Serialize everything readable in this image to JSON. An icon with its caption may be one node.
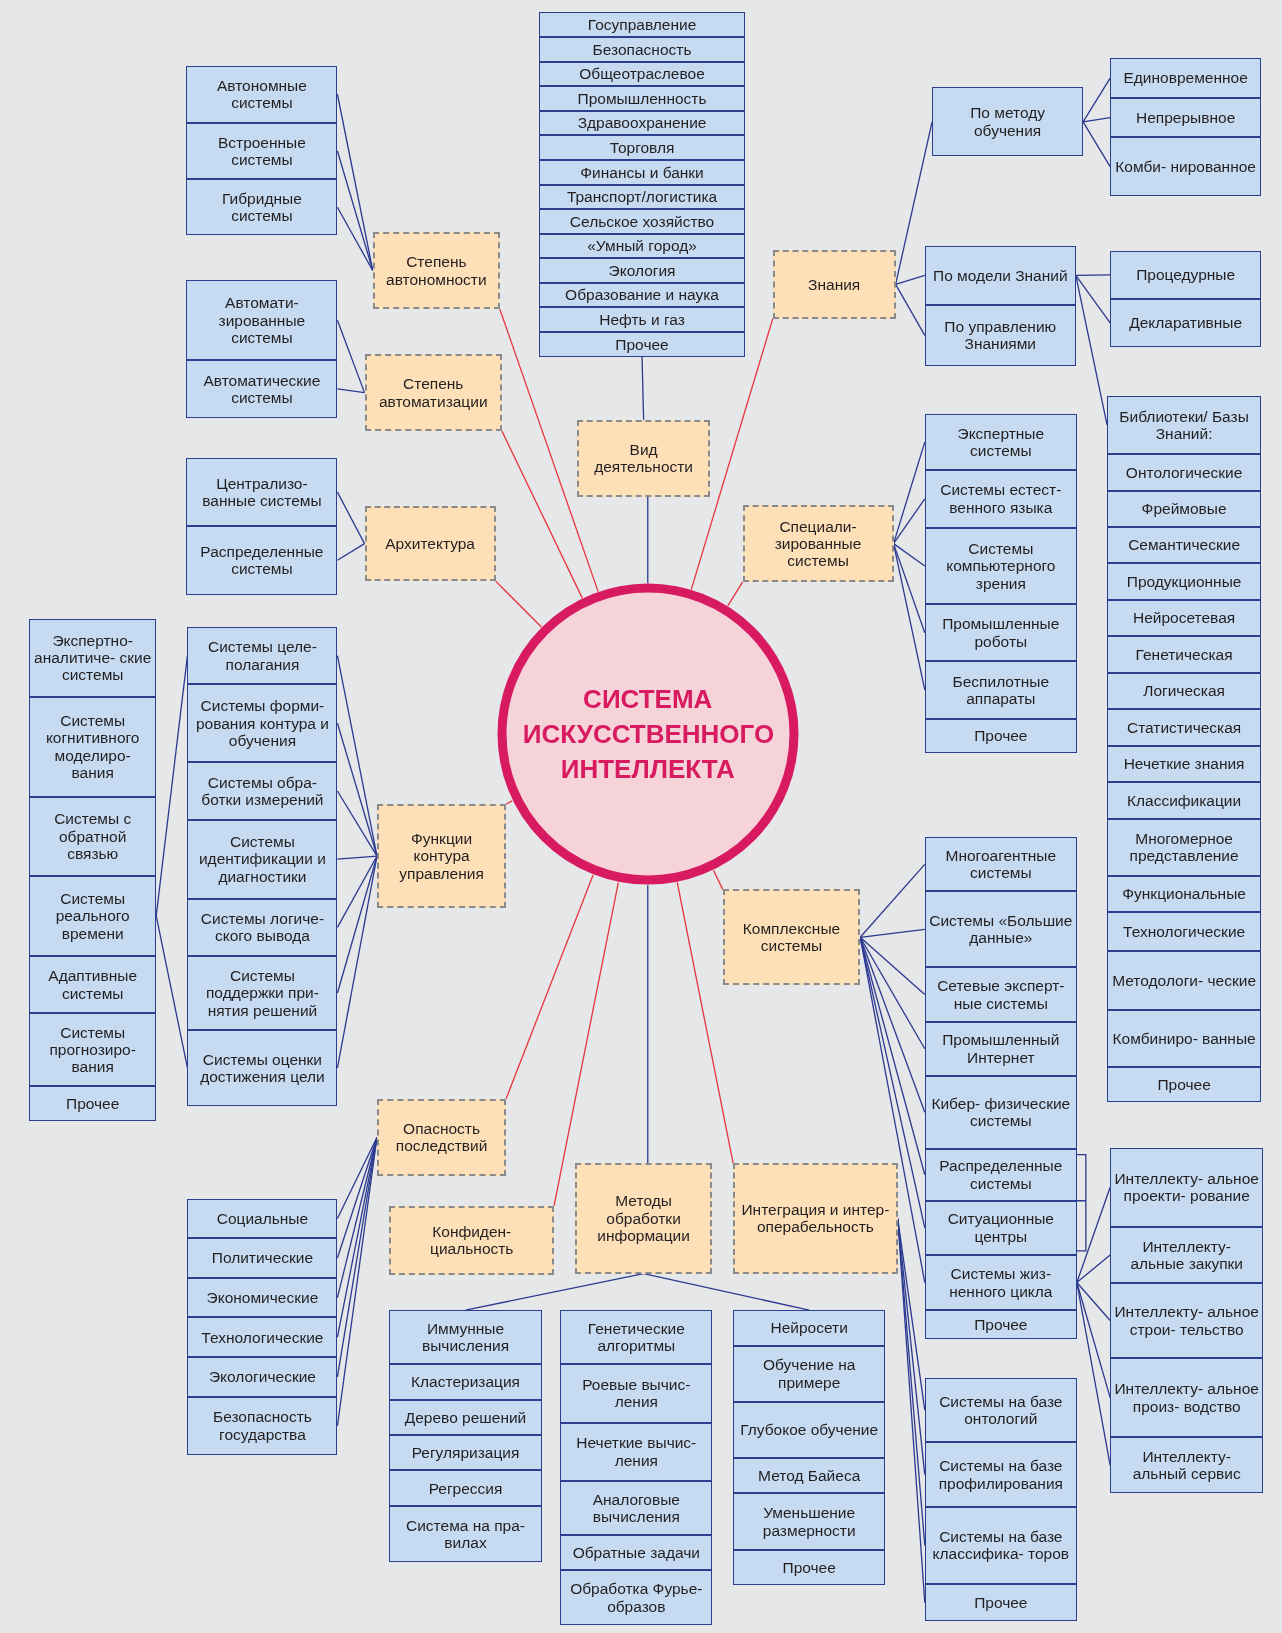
{
  "diagram": {
    "nodes": [
      {
        "text": [
          "СИСТЕМА ИСКУССТВЕННОГО ИНТЕЛЛЕКТА"
        ]
      },
      {
        "text": [
          "Степень автономности"
        ]
      },
      {
        "text": [
          "Автономные системы"
        ]
      },
      {
        "text": [
          "Встроенные системы"
        ]
      },
      {
        "text": [
          "Гибридные системы"
        ]
      },
      {
        "text": [
          "Степень автоматизации"
        ]
      },
      {
        "text": [
          "Автомати- зированные системы"
        ]
      },
      {
        "text": [
          "Автоматические системы"
        ]
      },
      {
        "text": [
          "Архитектура"
        ]
      },
      {
        "text": [
          "Централизо- ванные системы"
        ]
      },
      {
        "text": [
          "Распределенные системы"
        ]
      },
      {
        "text": [
          "Функции контура управления"
        ]
      },
      {
        "text": [
          "Системы целе- полагания"
        ]
      },
      {
        "text": [
          "Системы форми- рования контура и обучения"
        ]
      },
      {
        "text": [
          "Системы обра- ботки измерений"
        ]
      },
      {
        "text": [
          "Системы идентификации и диагностики"
        ]
      },
      {
        "text": [
          "Системы логиче- ского вывода"
        ]
      },
      {
        "text": [
          "Системы поддержки при- нятия решений"
        ]
      },
      {
        "text": [
          "Системы оценки достижения цели"
        ]
      },
      {
        "text": [
          "Экспертно- аналитиче- ские системы"
        ]
      },
      {
        "text": [
          "Системы когнитивного моделиро- вания"
        ]
      },
      {
        "text": [
          "Системы с обратной связью"
        ]
      },
      {
        "text": [
          "Системы реального времени"
        ]
      },
      {
        "text": [
          "Адаптивные системы"
        ]
      },
      {
        "text": [
          "Системы прогнозиро- вания"
        ]
      },
      {
        "text": [
          "Прочее"
        ]
      },
      {
        "text": [
          "Опасность последствий"
        ]
      },
      {
        "text": [
          "Социальные"
        ]
      },
      {
        "text": [
          "Политические"
        ]
      },
      {
        "text": [
          "Экономические"
        ]
      },
      {
        "text": [
          "Технологические"
        ]
      },
      {
        "text": [
          "Экологические"
        ]
      },
      {
        "text": [
          "Безопасность государства"
        ]
      },
      {
        "text": [
          "Конфиден- циальность"
        ]
      },
      {
        "text": [
          "Вид деятельности"
        ]
      },
      {
        "text": [
          "Госуправление"
        ]
      },
      {
        "text": [
          "Безопасность"
        ]
      },
      {
        "text": [
          "Общеотраслевое"
        ]
      },
      {
        "text": [
          "Промышленность"
        ]
      },
      {
        "text": [
          "Здравоохранение"
        ]
      },
      {
        "text": [
          "Торговля"
        ]
      },
      {
        "text": [
          "Финансы и банки"
        ]
      },
      {
        "text": [
          "Транспорт/логистика"
        ]
      },
      {
        "text": [
          "Сельское хозяйство"
        ]
      },
      {
        "text": [
          "«Умный город»"
        ]
      },
      {
        "text": [
          "Экология"
        ]
      },
      {
        "text": [
          "Образование и наука"
        ]
      },
      {
        "text": [
          "Нефть и газ"
        ]
      },
      {
        "text": [
          "Прочее"
        ]
      },
      {
        "text": [
          "Методы обработки информации"
        ]
      },
      {
        "text": [
          "Иммунные вычисления"
        ]
      },
      {
        "text": [
          "Кластеризация"
        ]
      },
      {
        "text": [
          "Дерево решений"
        ]
      },
      {
        "text": [
          "Регуляризация"
        ]
      },
      {
        "text": [
          "Регрессия"
        ]
      },
      {
        "text": [
          "Система на пра- вилах"
        ]
      },
      {
        "text": [
          "Генетические алгоритмы"
        ]
      },
      {
        "text": [
          "Роевые вычис- ления"
        ]
      },
      {
        "text": [
          "Нечеткие вычис- ления"
        ]
      },
      {
        "text": [
          "Аналоговые вычисления"
        ]
      },
      {
        "text": [
          "Обратные задачи"
        ]
      },
      {
        "text": [
          "Обработка Фурье-образов"
        ]
      },
      {
        "text": [
          "Интеграция и интер- операбельность"
        ]
      },
      {
        "text": [
          "Нейросети"
        ]
      },
      {
        "text": [
          "Обучение на примере"
        ]
      },
      {
        "text": [
          "Глубокое обучение"
        ]
      },
      {
        "text": [
          "Метод Байеса"
        ]
      },
      {
        "text": [
          "Уменьшение размерности"
        ]
      },
      {
        "text": [
          "Прочее"
        ]
      },
      {
        "text": [
          "Системы на базе онтологий"
        ]
      },
      {
        "text": [
          "Системы на базе профилирования"
        ]
      },
      {
        "text": [
          "Системы на базе классифика- торов"
        ]
      },
      {
        "text": [
          "Прочее"
        ]
      },
      {
        "text": [
          "Знания"
        ]
      },
      {
        "text": [
          "По методу обучения"
        ]
      },
      {
        "text": [
          "Единовременное"
        ]
      },
      {
        "text": [
          "Непрерывное"
        ]
      },
      {
        "text": [
          "Комби- нированное"
        ]
      },
      {
        "text": [
          "По модели Знаний"
        ]
      },
      {
        "text": [
          "По управлению Знаниями"
        ]
      },
      {
        "text": [
          "Процедурные"
        ]
      },
      {
        "text": [
          "Декларативные"
        ]
      },
      {
        "text": [
          "Библиотеки/ Базы Знаний:"
        ]
      },
      {
        "text": [
          "Онтологические"
        ]
      },
      {
        "text": [
          "Фреймовые"
        ]
      },
      {
        "text": [
          "Семантические"
        ]
      },
      {
        "text": [
          "Продукционные"
        ]
      },
      {
        "text": [
          "Нейросетевая"
        ]
      },
      {
        "text": [
          "Генетическая"
        ]
      },
      {
        "text": [
          "Логическая"
        ]
      },
      {
        "text": [
          "Статистическая"
        ]
      },
      {
        "text": [
          "Нечеткие знания"
        ]
      },
      {
        "text": [
          "Классификации"
        ]
      },
      {
        "text": [
          "Многомерное представление"
        ]
      },
      {
        "text": [
          "Функциональные"
        ]
      },
      {
        "text": [
          "Технологические"
        ]
      },
      {
        "text": [
          "Методологи- ческие"
        ]
      },
      {
        "text": [
          "Комбиниро- ванные"
        ]
      },
      {
        "text": [
          "Прочее"
        ]
      },
      {
        "text": [
          "Специали- зированные системы"
        ]
      },
      {
        "text": [
          "Экспертные системы"
        ]
      },
      {
        "text": [
          "Системы естест- венного языка"
        ]
      },
      {
        "text": [
          "Системы компьютерного зрения"
        ]
      },
      {
        "text": [
          "Промышленные роботы"
        ]
      },
      {
        "text": [
          "Беспилотные аппараты"
        ]
      },
      {
        "text": [
          "Прочее"
        ]
      },
      {
        "text": [
          "Комплексные системы"
        ]
      },
      {
        "text": [
          "Многоагентные системы"
        ]
      },
      {
        "text": [
          "Системы «Большие данные»"
        ]
      },
      {
        "text": [
          "Сетевые эксперт- ные системы"
        ]
      },
      {
        "text": [
          "Промышленный Интернет"
        ]
      },
      {
        "text": [
          "Кибер- физические системы"
        ]
      },
      {
        "text": [
          "Распределенные системы"
        ]
      },
      {
        "text": [
          "Ситуационные центры"
        ]
      },
      {
        "text": [
          "Системы жиз- ненного цикла"
        ]
      },
      {
        "text": [
          "Прочее"
        ]
      },
      {
        "text": [
          "Интеллекту- альное проекти- рование"
        ]
      },
      {
        "text": [
          "Интеллекту- альные закупки"
        ]
      },
      {
        "text": [
          "Интеллекту- альное строи- тельство"
        ]
      },
      {
        "text": [
          "Интеллекту- альное произ- водство"
        ]
      },
      {
        "text": [
          "Интеллекту- альный сервис"
        ]
      }
    ],
    "edges": [
      {
        "from": 0,
        "to": 1,
        "arrow": "none",
        "color": "#e8343c"
      },
      {
        "from": 0,
        "to": 5,
        "arrow": "none",
        "color": "#e8343c"
      },
      {
        "from": 0,
        "to": 8,
        "arrow": "none",
        "color": "#e8343c"
      },
      {
        "from": 0,
        "to": 11,
        "arrow": "none",
        "color": "#e8343c"
      },
      {
        "from": 0,
        "to": 26,
        "arrow": "none",
        "color": "#e8343c"
      },
      {
        "from": 0,
        "to": 33,
        "arrow": "none",
        "color": "#e8343c"
      },
      {
        "from": 0,
        "to": 62,
        "arrow": "none",
        "color": "#e8343c"
      },
      {
        "from": 0,
        "to": 106,
        "arrow": "none",
        "color": "#e8343c"
      },
      {
        "from": 0,
        "to": 99,
        "arrow": "none",
        "color": "#e8343c"
      },
      {
        "from": 0,
        "to": 73,
        "arrow": "none",
        "color": "#e8343c"
      },
      {
        "from": 0,
        "to": 34,
        "arrow": "none"
      },
      {
        "from": 0,
        "to": 49,
        "arrow": "none"
      },
      {
        "from": 1,
        "to": 2,
        "arrow": "none"
      },
      {
        "from": 1,
        "to": 3,
        "arrow": "none"
      },
      {
        "from": 1,
        "to": 4,
        "arrow": "none"
      },
      {
        "from": 5,
        "to": 6,
        "arrow": "none"
      },
      {
        "from": 5,
        "to": 7,
        "arrow": "none"
      },
      {
        "from": 8,
        "to": 9,
        "arrow": "none"
      },
      {
        "from": 8,
        "to": 10,
        "arrow": "none"
      },
      {
        "from": 11,
        "to": 12,
        "arrow": "none"
      },
      {
        "from": 11,
        "to": 13,
        "arrow": "none"
      },
      {
        "from": 11,
        "to": 14,
        "arrow": "none"
      },
      {
        "from": 11,
        "to": 15,
        "arrow": "none"
      },
      {
        "from": 11,
        "to": 16,
        "arrow": "none"
      },
      {
        "from": 11,
        "to": 17,
        "arrow": "none"
      },
      {
        "from": 11,
        "to": 18,
        "arrow": "none"
      },
      {
        "from": 22,
        "to": 12,
        "arrow": "none"
      },
      {
        "from": 22,
        "to": 18,
        "arrow": "none"
      },
      {
        "from": 26,
        "to": 27,
        "arrow": "none"
      },
      {
        "from": 26,
        "to": 28,
        "arrow": "none"
      },
      {
        "from": 26,
        "to": 29,
        "arrow": "none"
      },
      {
        "from": 26,
        "to": 30,
        "arrow": "none"
      },
      {
        "from": 26,
        "to": 31,
        "arrow": "none"
      },
      {
        "from": 26,
        "to": 32,
        "arrow": "none"
      },
      {
        "from": 34,
        "to": 48,
        "arrow": "none"
      },
      {
        "from": 49,
        "to": 50,
        "arrow": "none"
      },
      {
        "from": 49,
        "to": 63,
        "arrow": "none"
      },
      {
        "from": 62,
        "to": 69,
        "arrow": "none"
      },
      {
        "from": 62,
        "to": 70,
        "arrow": "none"
      },
      {
        "from": 62,
        "to": 71,
        "arrow": "none"
      },
      {
        "from": 62,
        "to": 72,
        "arrow": "none"
      },
      {
        "from": 73,
        "to": 74,
        "arrow": "none"
      },
      {
        "from": 73,
        "to": 78,
        "arrow": "none"
      },
      {
        "from": 73,
        "to": 79,
        "arrow": "none"
      },
      {
        "from": 74,
        "to": 75,
        "arrow": "none"
      },
      {
        "from": 74,
        "to": 76,
        "arrow": "none"
      },
      {
        "from": 74,
        "to": 77,
        "arrow": "none"
      },
      {
        "from": 78,
        "to": 80,
        "arrow": "none"
      },
      {
        "from": 78,
        "to": 81,
        "arrow": "none"
      },
      {
        "from": 78,
        "to": 82,
        "arrow": "none"
      },
      {
        "from": 99,
        "to": 100,
        "arrow": "none"
      },
      {
        "from": 99,
        "to": 101,
        "arrow": "none"
      },
      {
        "from": 99,
        "to": 102,
        "arrow": "none"
      },
      {
        "from": 99,
        "to": 103,
        "arrow": "none"
      },
      {
        "from": 99,
        "to": 104,
        "arrow": "none"
      },
      {
        "from": 106,
        "to": 107,
        "arrow": "none"
      },
      {
        "from": 106,
        "to": 108,
        "arrow": "none"
      },
      {
        "from": 106,
        "to": 109,
        "arrow": "none"
      },
      {
        "from": 106,
        "to": 110,
        "arrow": "none"
      },
      {
        "from": 106,
        "to": 111,
        "arrow": "none"
      },
      {
        "from": 106,
        "to": 112,
        "arrow": "none"
      },
      {
        "from": 106,
        "to": 113,
        "arrow": "none"
      },
      {
        "from": 106,
        "to": 114,
        "arrow": "none"
      },
      {
        "from": 114,
        "to": 116,
        "arrow": "none"
      },
      {
        "from": 114,
        "to": 117,
        "arrow": "none"
      },
      {
        "from": 114,
        "to": 118,
        "arrow": "none"
      },
      {
        "from": 114,
        "to": 119,
        "arrow": "none"
      },
      {
        "from": 114,
        "to": 120,
        "arrow": "none"
      }
    ]
  }
}
